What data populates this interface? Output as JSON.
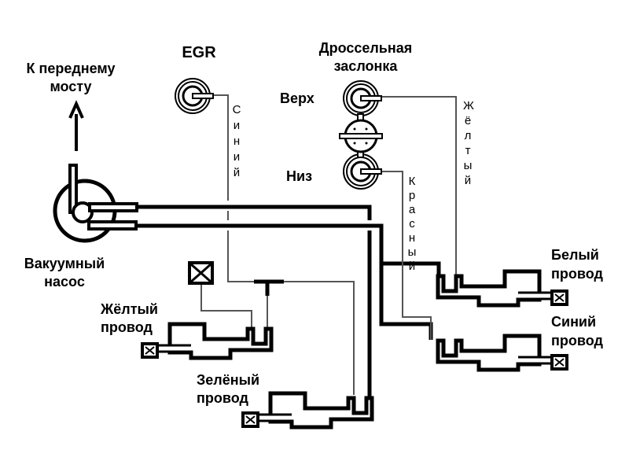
{
  "labels": {
    "front_axle_1": "К переднему",
    "front_axle_2": "мосту",
    "egr": "EGR",
    "throttle_1": "Дроссельная",
    "throttle_2": "заслонка",
    "top": "Верх",
    "bottom": "Низ",
    "pump_1": "Вакуумный",
    "pump_2": "насос",
    "yellow_wire_1": "Жёлтый",
    "yellow_wire_2": "провод",
    "green_wire_1": "Зелёный",
    "green_wire_2": "провод",
    "white_wire_1": "Белый",
    "white_wire_2": "провод",
    "blue_wire_1": "Синий",
    "blue_wire_2": "провод"
  },
  "hose_labels": {
    "blue": "Синий",
    "yellow": "Жёлтый",
    "red": "Красный"
  },
  "colors": {
    "line": "#000000",
    "background": "#ffffff",
    "thin_line": "#555555"
  }
}
